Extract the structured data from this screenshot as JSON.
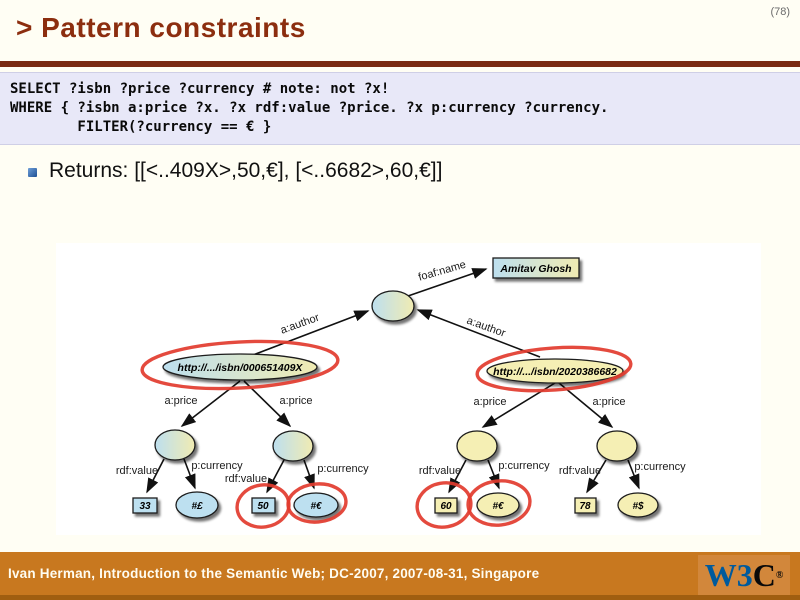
{
  "header": {
    "page_number": "(78)",
    "title": "> Pattern constraints"
  },
  "code_block": {
    "lines": [
      "SELECT ?isbn ?price ?currency # note: not ?x!",
      "WHERE { ?isbn a:price ?x. ?x rdf:value ?price. ?x p:currency ?currency.",
      "        FILTER(?currency == € }"
    ]
  },
  "bullet": {
    "text": "Returns: [[<..409X>,50,€], [<..6682>,60,€]]"
  },
  "diagram": {
    "author_name": "Amitav Ghosh",
    "labels": {
      "foaf_name": "foaf:name",
      "a_author": "a:author",
      "a_price": "a:price",
      "rdf_value": "rdf:value",
      "p_currency": "p:currency"
    },
    "left_book": {
      "uri": "http://.../isbn/000651409X",
      "value1": "33",
      "currency1": "#£",
      "value2": "50",
      "currency2": "#€"
    },
    "right_book": {
      "uri": "http://.../isbn/2020386682",
      "value1": "60",
      "currency1": "#€",
      "value2": "78",
      "currency2": "#$"
    }
  },
  "footer": {
    "text": "Ivan Herman, Introduction to the Semantic Web; DC-2007, 2007-08-31, Singapore",
    "logo": {
      "w3": "W3",
      "c": "C",
      "reg": "®"
    }
  },
  "colors": {
    "title": "#8C2E0F",
    "accent_bar": "#7A2A12",
    "code_bg": "#E8E8F8",
    "footer_bg": "#C8781F",
    "red_annotation": "#E23B2E",
    "node_blue": "#BDE0F0",
    "node_yellow": "#F5EFB4",
    "w3c_blue": "#005A9C"
  }
}
